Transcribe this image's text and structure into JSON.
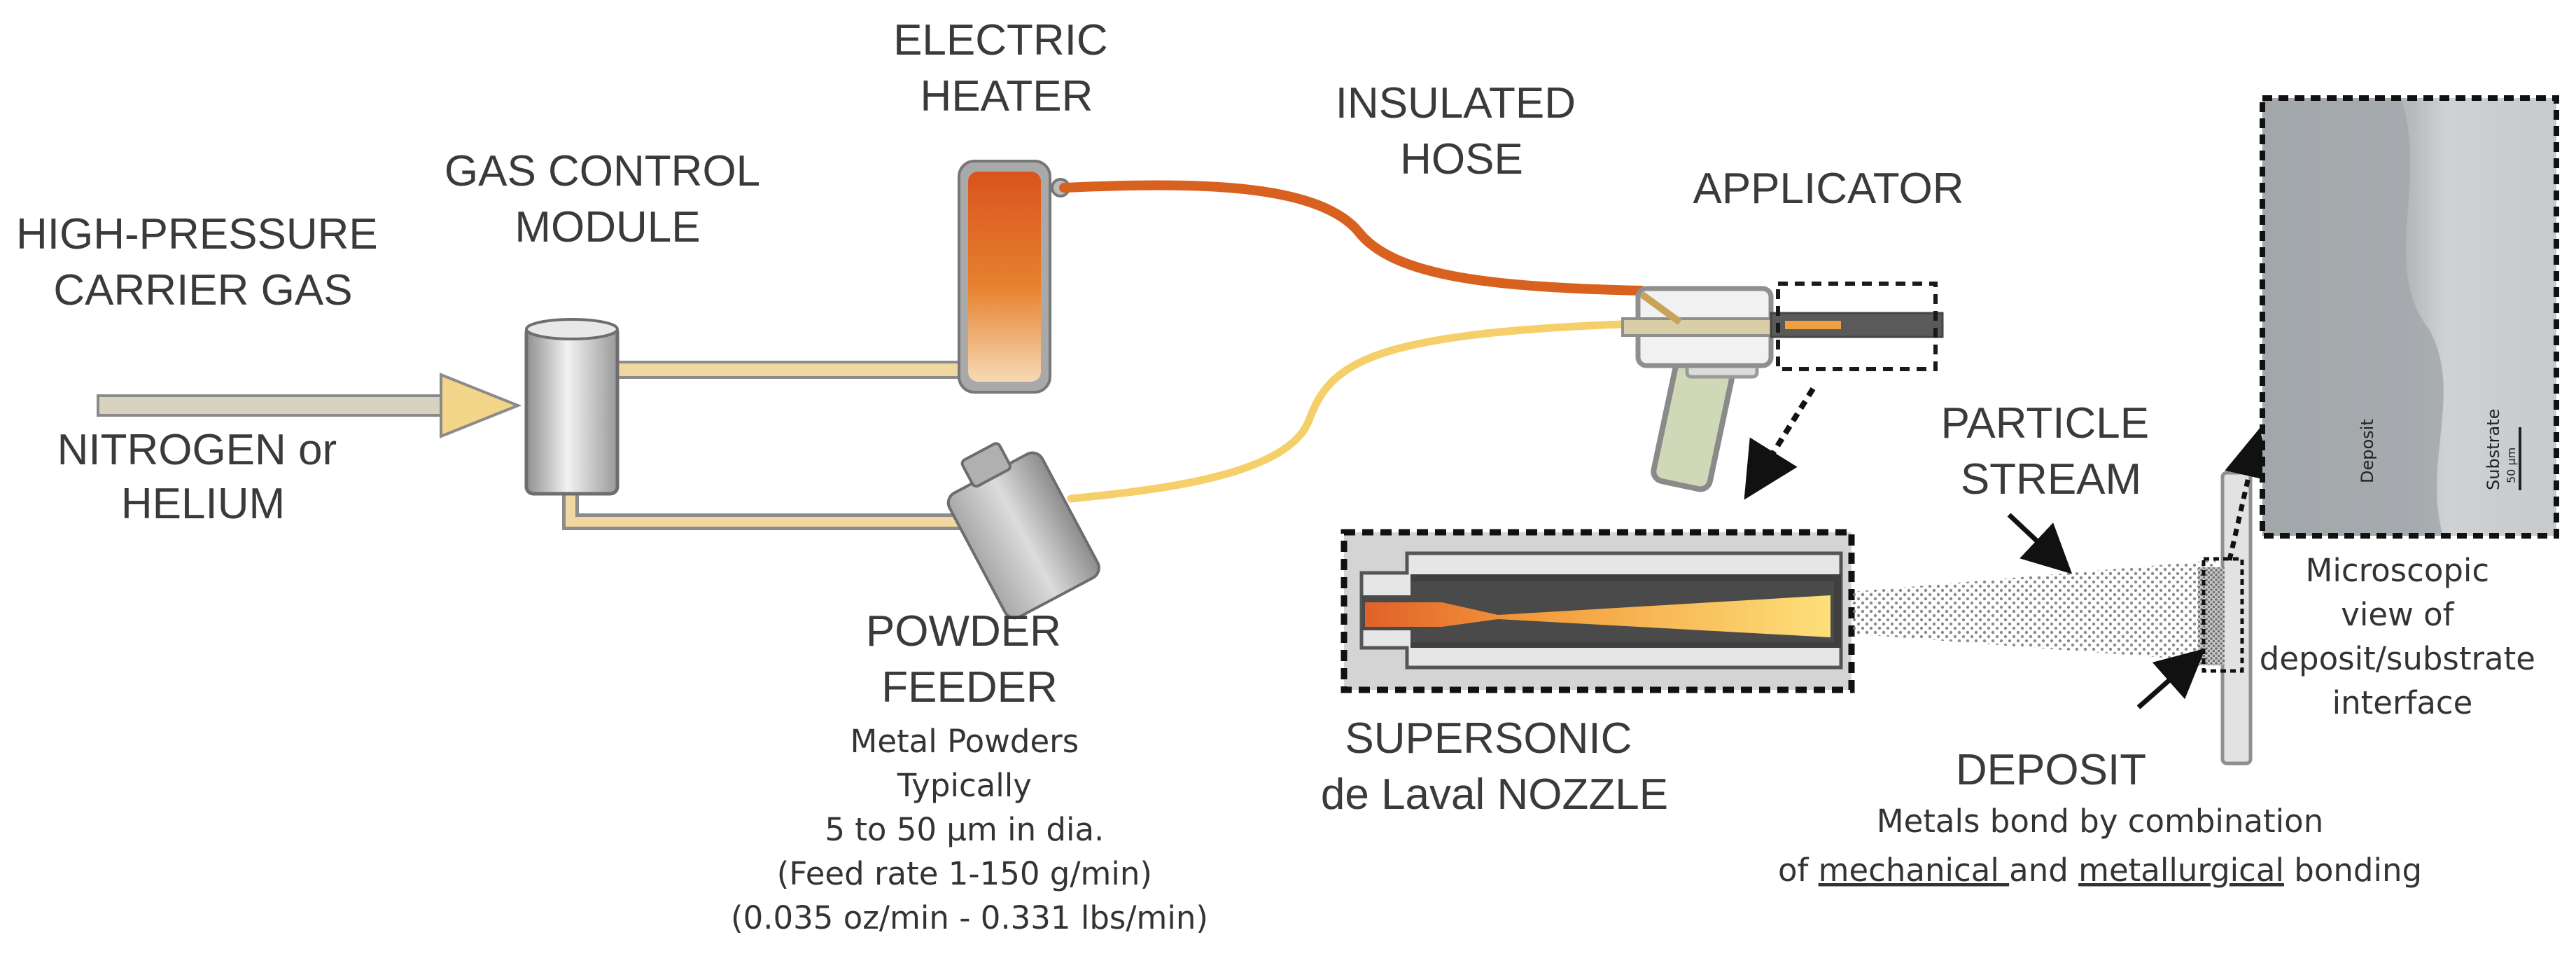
{
  "labels": {
    "carrier_gas": [
      "HIGH-PRESSURE",
      "CARRIER  GAS"
    ],
    "gas_type": [
      "NITROGEN  or",
      "HELIUM"
    ],
    "gas_control": [
      "GAS CONTROL",
      "MODULE"
    ],
    "heater": [
      "ELECTRIC",
      "HEATER"
    ],
    "hose": [
      "INSULATED",
      "HOSE"
    ],
    "applicator": "APPLICATOR",
    "powder_feeder": [
      "POWDER",
      "FEEDER"
    ],
    "powder_details": [
      "Metal Powders",
      "Typically",
      "5 to 50 μm in dia.",
      "(Feed rate 1-150 g/min)",
      "(0.035 oz/min  - 0.331 lbs/min)"
    ],
    "nozzle": [
      "SUPERSONIC",
      "de Laval  NOZZLE"
    ],
    "particle_stream": [
      "PARTICLE",
      "STREAM"
    ],
    "deposit": "DEPOSIT",
    "bond_line1": "Metals bond by combination",
    "bond_line2": {
      "prefix": "of ",
      "mechanical": "mechanical ",
      "and": "and ",
      "metallurgical": "metallurgical",
      "suffix": " bonding"
    },
    "micro_caption": [
      "Microscopic",
      "view of",
      "deposit/substrate",
      "interface"
    ],
    "micro_deposit": "Deposit",
    "micro_substrate": "Substrate",
    "micro_scale": "50 μm"
  },
  "colors": {
    "heater_orange": "#d9531e",
    "hose_orange": "#d9611f",
    "powder_yellow": "#f5cf6a",
    "gas_pipe": "#f0d8a0",
    "equipment_gray": "#9a9a9a"
  }
}
